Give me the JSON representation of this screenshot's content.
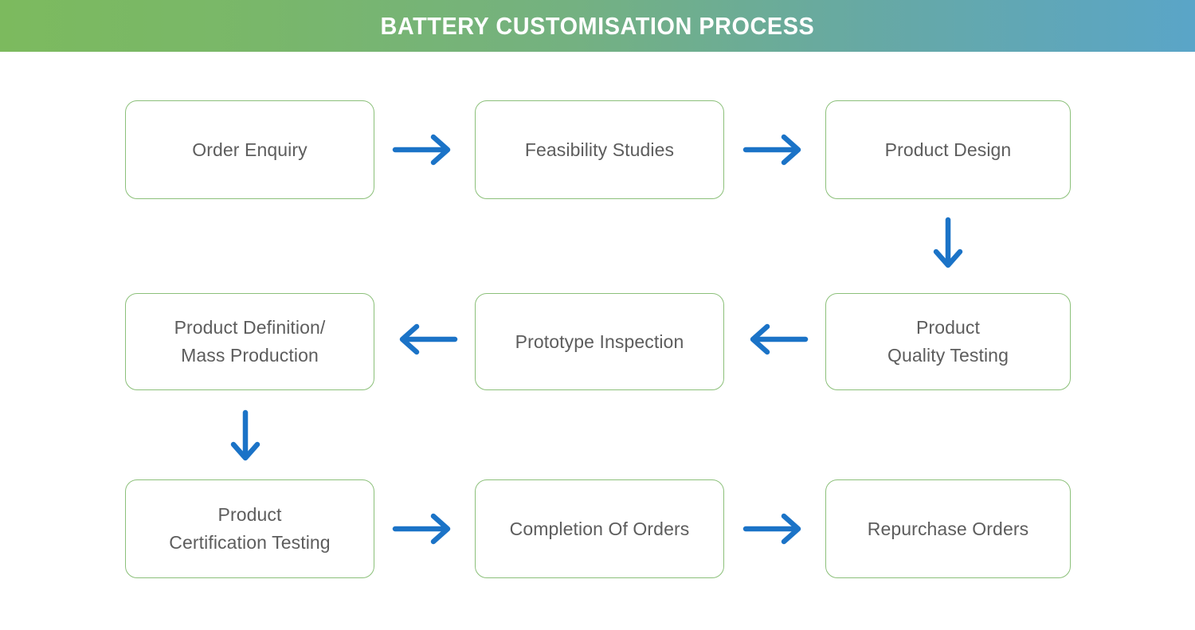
{
  "header": {
    "title": "BATTERY CUSTOMISATION PROCESS",
    "gradient_start": "#7cba5e",
    "gradient_end": "#5aa5c8"
  },
  "theme": {
    "background": "#ffffff",
    "node_border": "#8cc07a",
    "node_fill": "#ffffff",
    "node_text": "#5d5d5d",
    "arrow_color": "#1b73c7"
  },
  "flowchart": {
    "type": "process-flow",
    "layout": "3x3-serpentine",
    "nodes": [
      {
        "id": "order-enquiry",
        "label": "Order Enquiry",
        "row": 1,
        "col": 1
      },
      {
        "id": "feasibility-studies",
        "label": "Feasibility Studies",
        "row": 1,
        "col": 2
      },
      {
        "id": "product-design",
        "label": "Product Design",
        "row": 1,
        "col": 3
      },
      {
        "id": "product-definition",
        "label": "Product Definition/\nMass Production",
        "row": 2,
        "col": 1
      },
      {
        "id": "prototype-inspection",
        "label": "Prototype Inspection",
        "row": 2,
        "col": 2
      },
      {
        "id": "product-quality-testing",
        "label": "Product\nQuality Testing",
        "row": 2,
        "col": 3
      },
      {
        "id": "product-certification",
        "label": "Product\nCertification Testing",
        "row": 3,
        "col": 1
      },
      {
        "id": "completion-of-orders",
        "label": "Completion Of Orders",
        "row": 3,
        "col": 2
      },
      {
        "id": "repurchase-orders",
        "label": "Repurchase Orders",
        "row": 3,
        "col": 3
      }
    ],
    "connectors": [
      {
        "from": "order-enquiry",
        "to": "feasibility-studies",
        "direction": "right",
        "icon": "arrow-right-icon"
      },
      {
        "from": "feasibility-studies",
        "to": "product-design",
        "direction": "right",
        "icon": "arrow-right-icon"
      },
      {
        "from": "product-design",
        "to": "product-quality-testing",
        "direction": "down",
        "icon": "arrow-down-icon"
      },
      {
        "from": "product-quality-testing",
        "to": "prototype-inspection",
        "direction": "left",
        "icon": "arrow-left-icon"
      },
      {
        "from": "prototype-inspection",
        "to": "product-definition",
        "direction": "left",
        "icon": "arrow-left-icon"
      },
      {
        "from": "product-definition",
        "to": "product-certification",
        "direction": "down",
        "icon": "arrow-down-icon"
      },
      {
        "from": "product-certification",
        "to": "completion-of-orders",
        "direction": "right",
        "icon": "arrow-right-icon"
      },
      {
        "from": "completion-of-orders",
        "to": "repurchase-orders",
        "direction": "right",
        "icon": "arrow-right-icon"
      }
    ]
  }
}
